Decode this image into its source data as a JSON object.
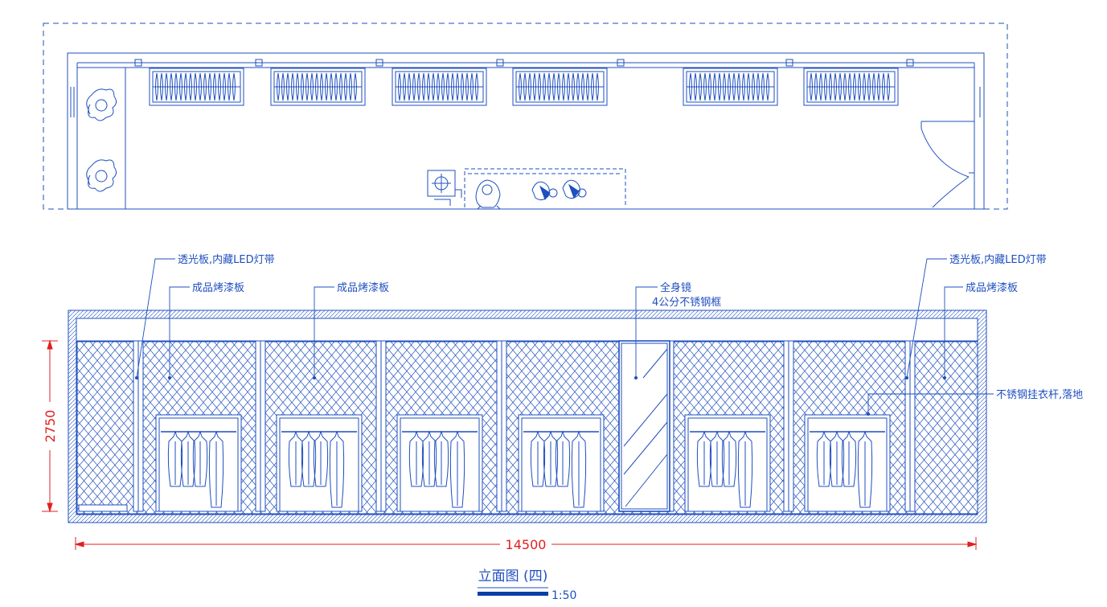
{
  "drawing": {
    "title": "立面图 (四)",
    "scale": "1:50",
    "dimensions": {
      "width": "14500",
      "height": "2750"
    },
    "annotations": {
      "led_light_box_left": "透光板,内藏LED灯带",
      "led_light_box_right": "透光板,内藏LED灯带",
      "paint_panel_1": "成品烤漆板",
      "paint_panel_2": "成品烤漆板",
      "paint_panel_3": "成品烤漆板",
      "mirror_line1": "全身镜",
      "mirror_line2": "4公分不锈钢框",
      "hanging_rod": "不锈钢挂衣杆,落地"
    },
    "colors": {
      "line": "#1f4fbf",
      "dimension": "#e02020",
      "scale_bar": "#0b3fa8"
    }
  }
}
